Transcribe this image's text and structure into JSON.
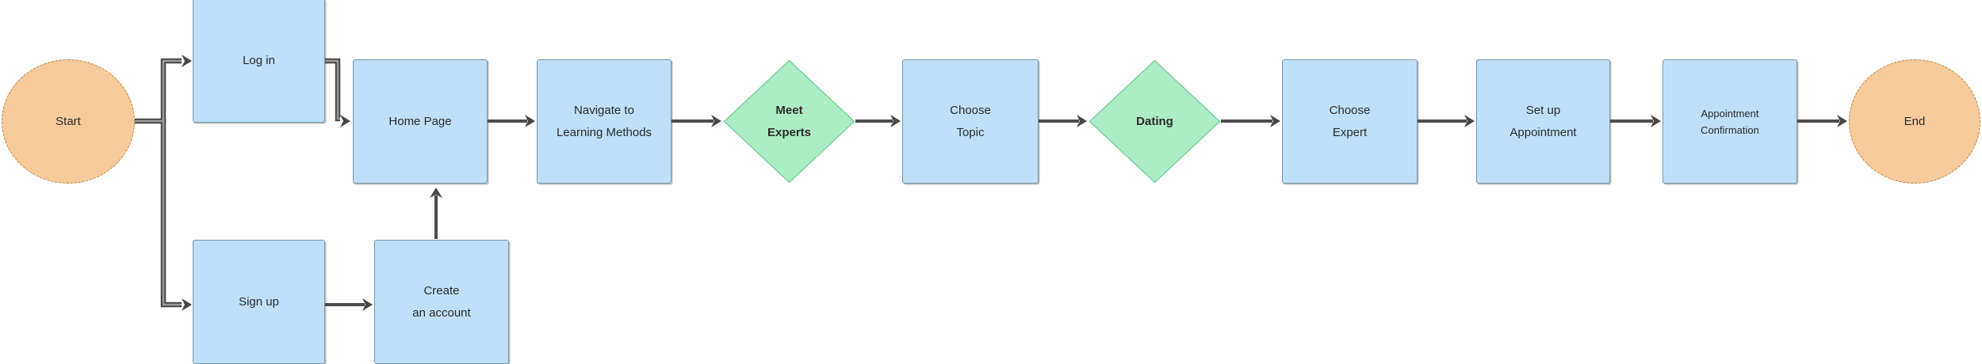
{
  "diagram": {
    "type": "flowchart",
    "background": "#FFFFFF",
    "palette": {
      "process_fill": "#BEE0FA",
      "process_border": "#7596AD",
      "decision_fill": "#ACEDC5",
      "decision_border": "#7CCF9F",
      "terminator_fill": "#F8CB9C",
      "terminator_border": "#B08347",
      "edge_color": "#4D4D4D",
      "text_color": "#2B2B2B"
    },
    "nodes": {
      "start": {
        "type": "terminator",
        "shape": "circle",
        "label": "Start"
      },
      "login": {
        "type": "process",
        "shape": "rectangle",
        "label": "Log in"
      },
      "signup": {
        "type": "process",
        "shape": "rectangle",
        "label": "Sign up"
      },
      "create_account": {
        "type": "process",
        "shape": "rectangle",
        "line1": "Create",
        "line2": "an account"
      },
      "home_page": {
        "type": "process",
        "shape": "rectangle",
        "label": "Home Page"
      },
      "navigate": {
        "type": "process",
        "shape": "rectangle",
        "line1": "Navigate to",
        "line2": "Learning Methods"
      },
      "meet_experts": {
        "type": "decision",
        "shape": "diamond",
        "line1": "Meet",
        "line2": "Experts"
      },
      "choose_topic": {
        "type": "process",
        "shape": "rectangle",
        "line1": "Choose",
        "line2": "Topic"
      },
      "dating": {
        "type": "decision",
        "shape": "diamond",
        "label": "Dating"
      },
      "choose_expert": {
        "type": "process",
        "shape": "rectangle",
        "line1": "Choose",
        "line2": "Expert"
      },
      "setup_appointment": {
        "type": "process",
        "shape": "rectangle",
        "line1": "Set up",
        "line2": "Appointment"
      },
      "appointment_confirmation": {
        "type": "process",
        "shape": "rectangle",
        "line1": "Appointment",
        "line2": "Confirmation"
      },
      "end": {
        "type": "terminator",
        "shape": "circle",
        "label": "End"
      }
    },
    "edges": [
      {
        "from": "start",
        "to": "login"
      },
      {
        "from": "start",
        "to": "signup"
      },
      {
        "from": "login",
        "to": "home_page"
      },
      {
        "from": "signup",
        "to": "create_account"
      },
      {
        "from": "create_account",
        "to": "home_page"
      },
      {
        "from": "home_page",
        "to": "navigate"
      },
      {
        "from": "navigate",
        "to": "meet_experts"
      },
      {
        "from": "meet_experts",
        "to": "choose_topic"
      },
      {
        "from": "choose_topic",
        "to": "dating"
      },
      {
        "from": "dating",
        "to": "choose_expert"
      },
      {
        "from": "choose_expert",
        "to": "setup_appointment"
      },
      {
        "from": "setup_appointment",
        "to": "appointment_confirmation"
      },
      {
        "from": "appointment_confirmation",
        "to": "end"
      }
    ]
  }
}
